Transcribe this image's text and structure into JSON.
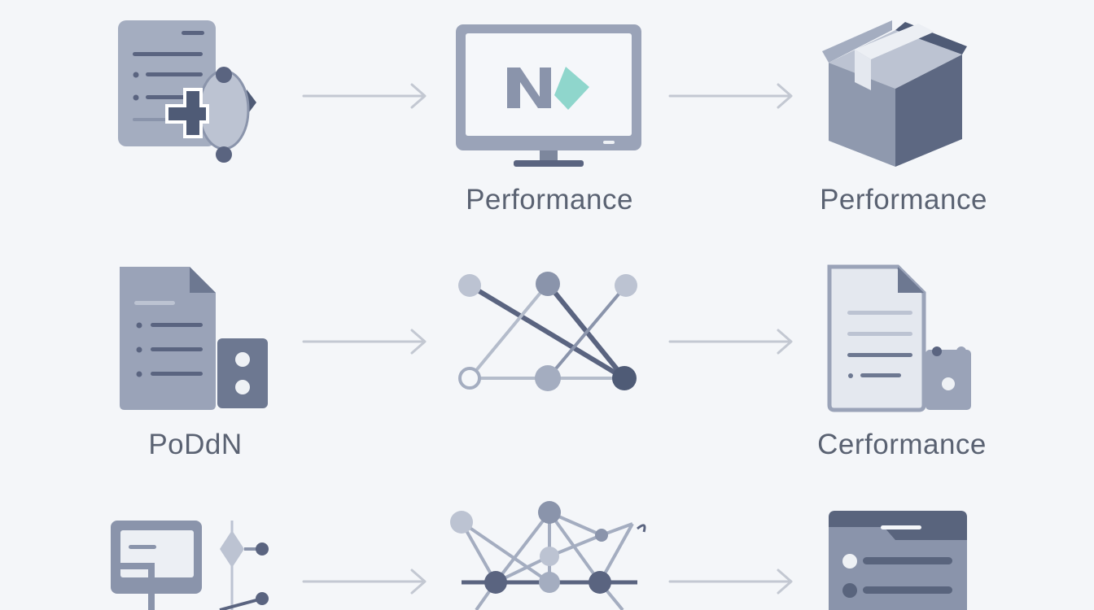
{
  "labels": {
    "r1c2": "Performance",
    "r1c3": "Performance",
    "r2c1": "PoDdN",
    "r2c3": "Cerformance"
  },
  "colors": {
    "background": "#f4f6f9",
    "icon_light": "#a4adc0",
    "icon_mid": "#8a94ab",
    "icon_dark": "#59647d",
    "accent_teal": "#8fd6cc",
    "arrow": "#c3c8d2"
  },
  "icons": [
    "document-merge-icon",
    "monitor-logo-icon",
    "package-box-icon",
    "document-device-icon",
    "node-network-icon",
    "document-plugin-icon",
    "window-diagram-icon",
    "mesh-network-icon",
    "folder-list-icon"
  ]
}
